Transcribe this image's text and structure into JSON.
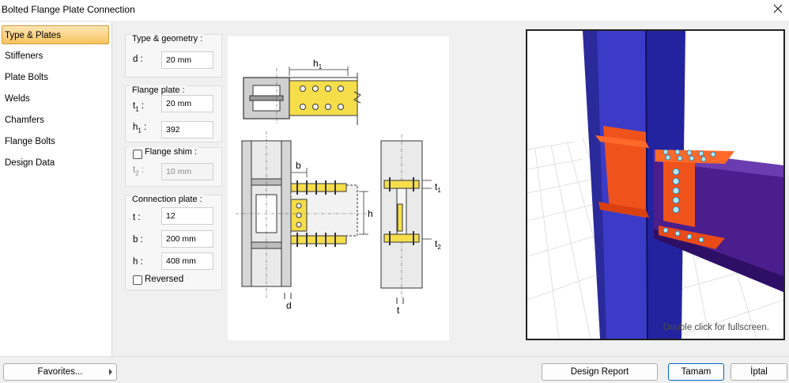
{
  "window": {
    "title": "Bolted Flange Plate Connection"
  },
  "sidebar": {
    "items": [
      {
        "label": "Type & Plates",
        "active": true
      },
      {
        "label": "Stiffeners"
      },
      {
        "label": "Plate Bolts"
      },
      {
        "label": "Welds"
      },
      {
        "label": "Chamfers"
      },
      {
        "label": "Flange Bolts"
      },
      {
        "label": "Design Data"
      }
    ]
  },
  "form": {
    "type_geometry": {
      "legend": "Type & geometry :",
      "d_label": "d :",
      "d_value": "20 mm"
    },
    "flange_plate": {
      "legend": "Flange plate :",
      "t1_label": "t",
      "t1_sub": "1",
      "t1_colon": " :",
      "t1_value": "20 mm",
      "h1_label": "h",
      "h1_sub": "1",
      "h1_colon": " :",
      "h1_value": "392"
    },
    "flange_shim": {
      "legend": "Flange shim :",
      "checked": false,
      "t2_label": "t",
      "t2_sub": "2",
      "t2_colon": " :",
      "t2_value": "10 mm"
    },
    "connection_plate": {
      "legend": "Connection plate :",
      "t_label": "t :",
      "t_value": "12",
      "b_label": "b :",
      "b_value": "200 mm",
      "h_label": "h :",
      "h_value": "408 mm",
      "reversed_label": "Reversed",
      "reversed_checked": false
    }
  },
  "diagram": {
    "h1_label": "h",
    "h1_sub": "1",
    "b_label": "b",
    "h_label": "h",
    "t1_label": "t",
    "t1_sub": "1",
    "t2_label": "t",
    "t2_sub": "2",
    "d_label": "d",
    "t_label": "t"
  },
  "view3d": {
    "hint": "Double click for fullscreen."
  },
  "footer": {
    "favorites": "Favorites...",
    "design_report": "Design Report",
    "ok": "Tamam",
    "cancel": "İptal"
  },
  "colors": {
    "accent": "#f7c35f",
    "plate_yellow": "#f5de4a",
    "column_blue": "#3b3bc8",
    "beam_purple": "#4a1e8c",
    "plate_orange": "#f0521c"
  }
}
